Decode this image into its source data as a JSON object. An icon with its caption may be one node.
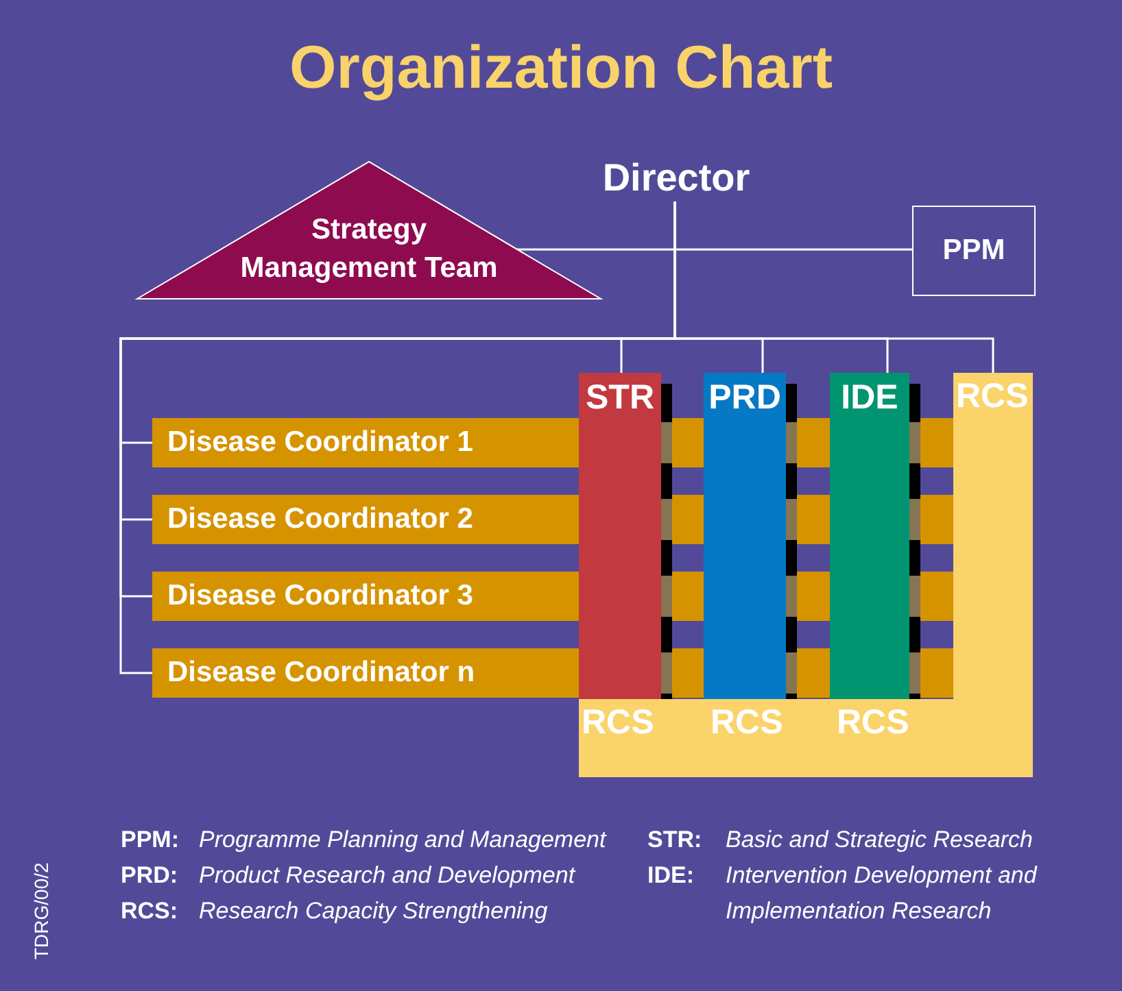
{
  "diagram": {
    "title": "Organization Chart",
    "nodes": [
      {
        "text": [
          "Director"
        ]
      },
      {
        "text": [
          "Strategy Management Team"
        ]
      },
      {
        "text": [
          "PPM"
        ]
      },
      {
        "text": [
          "STR"
        ]
      },
      {
        "text": [
          "PRD"
        ]
      },
      {
        "text": [
          "IDE"
        ]
      },
      {
        "text": [
          "RCS",
          "RCS",
          "RCS",
          "RCS"
        ]
      },
      {
        "text": [
          "Disease Coordinator 1"
        ]
      },
      {
        "text": [
          "Disease Coordinator 2"
        ]
      },
      {
        "text": [
          "Disease Coordinator 3"
        ]
      },
      {
        "text": [
          "Disease Coordinator n"
        ]
      }
    ],
    "edges": [
      {
        "from": 0,
        "to": 1,
        "arrow": "none"
      },
      {
        "from": 0,
        "to": 2,
        "arrow": "none"
      },
      {
        "from": 0,
        "to": 3,
        "arrow": "none"
      },
      {
        "from": 0,
        "to": 4,
        "arrow": "none"
      },
      {
        "from": 0,
        "to": 5,
        "arrow": "none"
      },
      {
        "from": 0,
        "to": 6,
        "arrow": "none"
      },
      {
        "from": 0,
        "to": 7,
        "arrow": "none"
      },
      {
        "from": 0,
        "to": 8,
        "arrow": "none"
      },
      {
        "from": 0,
        "to": 9,
        "arrow": "none"
      },
      {
        "from": 0,
        "to": 10,
        "arrow": "none"
      }
    ],
    "labels": [
      "**PPM:** *Programme Planning and Management*",
      "**STR:** *Basic and Strategic Research*",
      "**PRD:** *Product Research and Development*",
      "**IDE:** *Intervention Development and Implementation Research*",
      "**RCS:** *Research Capacity Strengthening*",
      "TDRG/00/2"
    ]
  }
}
